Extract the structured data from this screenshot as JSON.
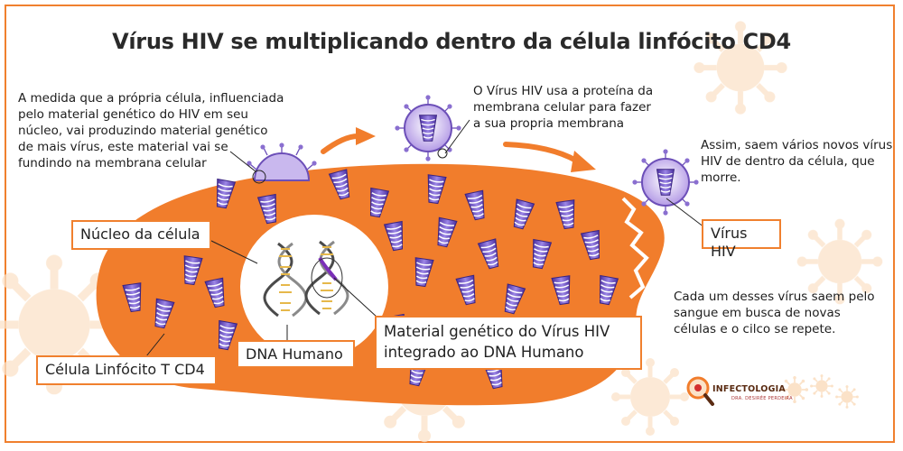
{
  "title": "Vírus HIV se multiplicando dentro da célula linfócito CD4",
  "text_left": "A medida que a própria célula, influenciada\npelo material genético do HIV em seu\nnúcleo, vai produzindo material genético\nde mais vírus, este material vai se\nfundindo na membrana celular",
  "text_top": "O Vírus HIV usa a proteína da\nmembrana celular para fazer\na sua propria membrana",
  "text_right": "Assim, saem vários novos vírus\nHIV de dentro da célula, que\nmorre.",
  "text_bottom_right": "Cada um desses vírus saem pelo\nsangue em busca de novas\ncélulas e o cilco se repete.",
  "labels": {
    "nucleus": "Núcleo da célula",
    "virus": "Vírus HIV",
    "human_dna": "DNA Humano",
    "viral_material": "Material genético do Vírus HIV\nintegrado ao DNA Humano",
    "cell": "Célula Linfócito T CD4"
  },
  "logo": {
    "name": "INFECTOLOGIA",
    "subtitle": "DRA. DESIRÉE PERDEIRA"
  },
  "colors": {
    "cell": "#f17d2c",
    "border": "#f0802e",
    "virus_core": "#7a57c9",
    "virus_envelope": "#c9b8ee"
  }
}
